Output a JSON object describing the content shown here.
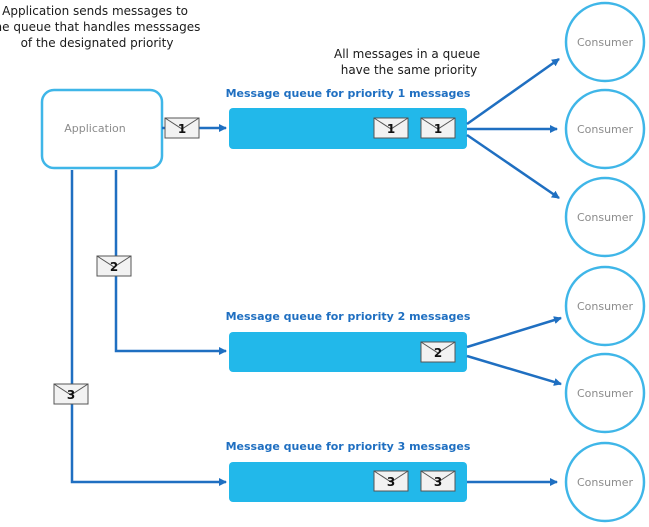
{
  "notes": {
    "app_lines": [
      "Application sends messages to",
      "the queue that handles messsages",
      "of the designated priority"
    ],
    "queue_lines": [
      "All messages in a queue",
      "have the same priority"
    ]
  },
  "application": {
    "label": "Application"
  },
  "queues": [
    {
      "label": "Message queue for priority 1 messages",
      "messages": [
        "1",
        "1"
      ]
    },
    {
      "label": "Message queue for priority 2 messages",
      "messages": [
        "2"
      ]
    },
    {
      "label": "Message queue for priority 3 messages",
      "messages": [
        "3",
        "3"
      ]
    }
  ],
  "transit_messages": [
    "1",
    "2",
    "3"
  ],
  "consumers": [
    "Consumer",
    "Consumer",
    "Consumer",
    "Consumer",
    "Consumer",
    "Consumer"
  ],
  "colors": {
    "accent": "#22b8ea",
    "line": "#1f6fc1",
    "label": "#1f6fc1",
    "circle": "#3fb6e8",
    "muted_text": "#8c8c8c"
  }
}
